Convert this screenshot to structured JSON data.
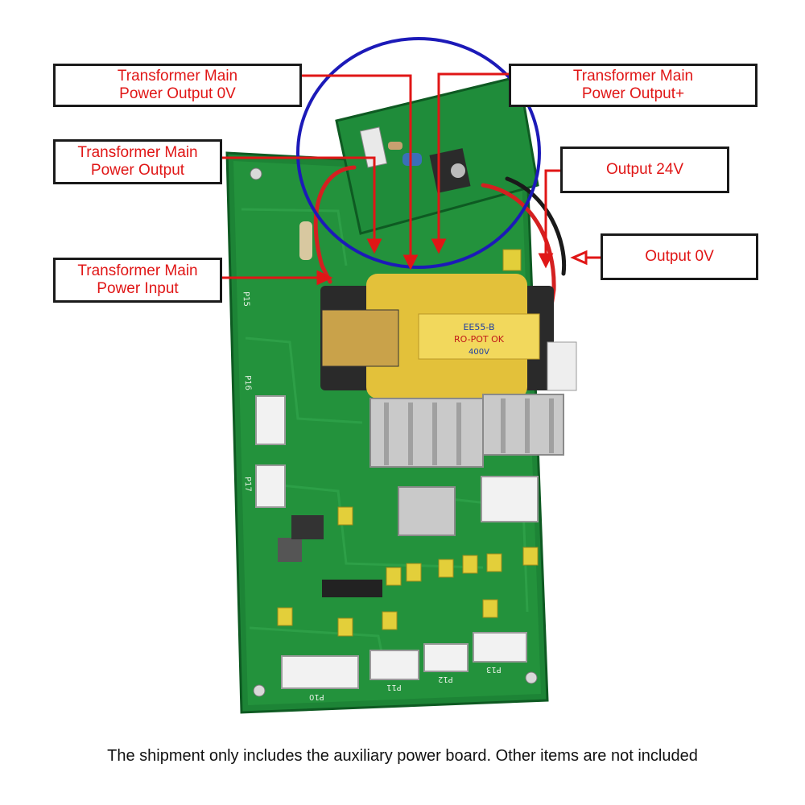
{
  "labels": {
    "output_0v_main": [
      "Transformer Main",
      "Power Output 0V"
    ],
    "output_plus_main": [
      "Transformer Main",
      "Power Output+"
    ],
    "power_output_main": [
      "Transformer Main",
      "Power Output"
    ],
    "output_24v": [
      "Output 24V"
    ],
    "output_0v": [
      "Output 0V"
    ],
    "power_input_main": [
      "Transformer Main",
      "Power Input"
    ]
  },
  "board": {
    "connector_labels": [
      "P15",
      "P16",
      "P17",
      "P10",
      "P11",
      "P12",
      "P13"
    ],
    "transformer_text": [
      "EE55-B",
      "RO-POT OK",
      "400V"
    ]
  },
  "caption": "The shipment only includes the auxiliary power board. Other items are not included",
  "colors": {
    "label_text": "#e01616",
    "arrow": "#e01616",
    "highlight_circle": "#1c1ab8",
    "pcb": "#1f8a3a",
    "transformer_tape": "#e8c83a"
  }
}
